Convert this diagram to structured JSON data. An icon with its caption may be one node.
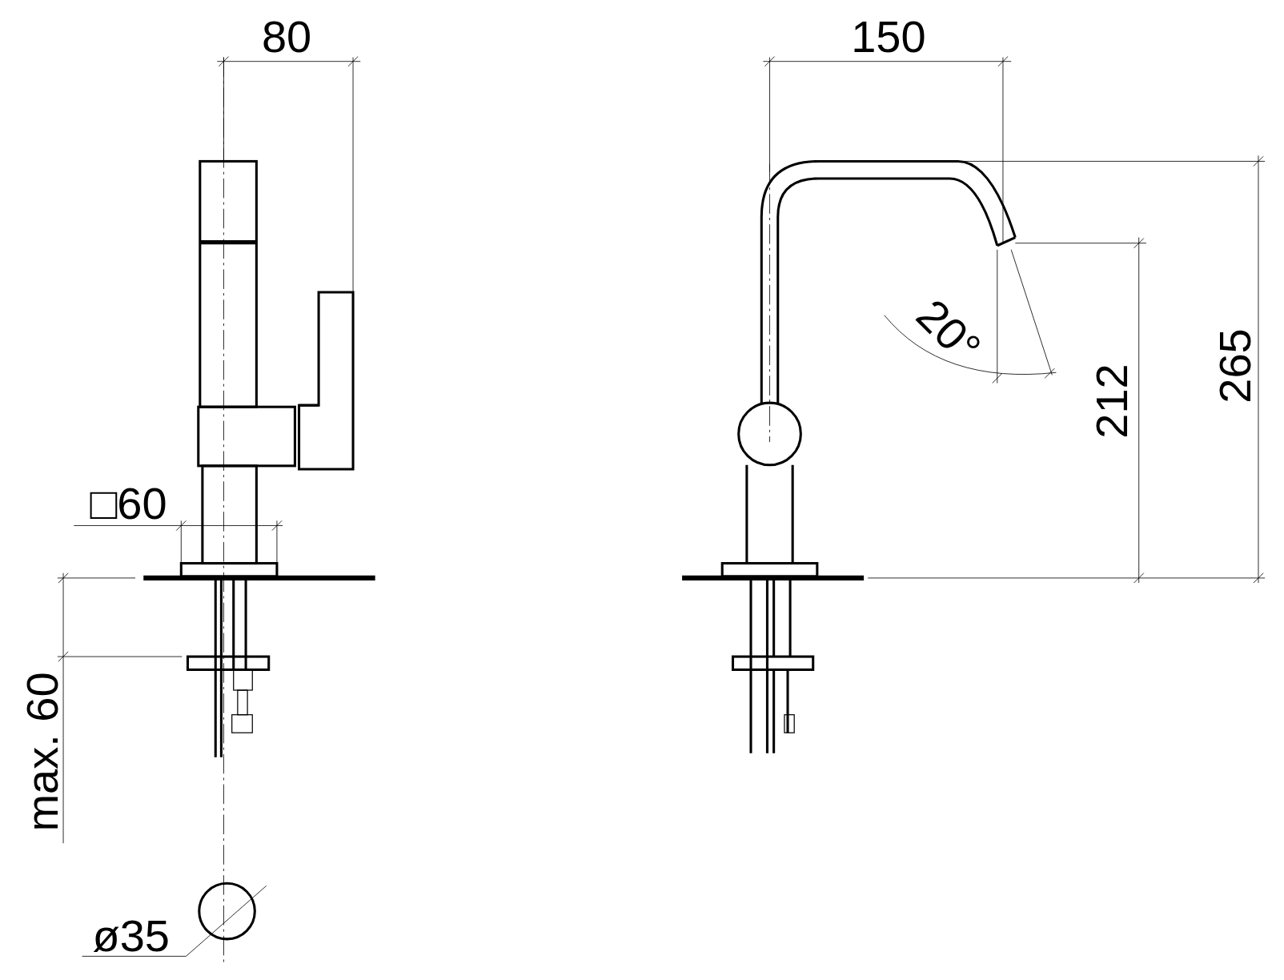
{
  "diagram": {
    "labels": [
      "80",
      "150",
      "20°",
      "265",
      "212",
      "□60",
      "max. 60",
      "ø35"
    ]
  }
}
